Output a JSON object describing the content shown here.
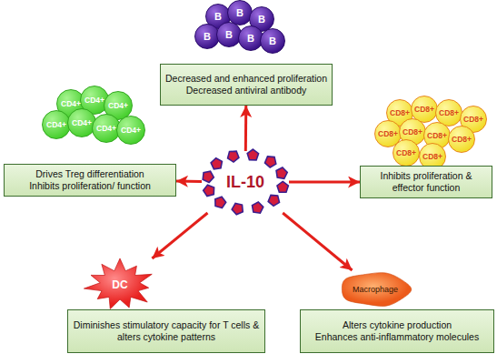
{
  "diagram": {
    "nodes": [
      {
        "text": [
          "B"
        ]
      },
      {
        "text": [
          "B"
        ]
      },
      {
        "text": [
          "B"
        ]
      },
      {
        "text": [
          "B"
        ]
      },
      {
        "text": [
          "B"
        ]
      },
      {
        "text": [
          "B"
        ]
      },
      {
        "text": [
          "B"
        ]
      },
      {
        "text": [
          "Decreased and enhanced proliferation",
          "Decreased antiviral antibody"
        ]
      },
      {
        "text": [
          "CD4+"
        ]
      },
      {
        "text": [
          "CD4+"
        ]
      },
      {
        "text": [
          "CD4+"
        ]
      },
      {
        "text": [
          "CD4+"
        ]
      },
      {
        "text": [
          "CD4+"
        ]
      },
      {
        "text": [
          "CD4+"
        ]
      },
      {
        "text": [
          "CD4+"
        ]
      },
      {
        "text": [
          "CD8+"
        ]
      },
      {
        "text": [
          "CD8+"
        ]
      },
      {
        "text": [
          "CD8+"
        ]
      },
      {
        "text": [
          "CD8+"
        ]
      },
      {
        "text": [
          "CD8+"
        ]
      },
      {
        "text": [
          "CD8+"
        ]
      },
      {
        "text": [
          "CD8+"
        ]
      },
      {
        "text": [
          "CD8+"
        ]
      },
      {
        "text": [
          "CD8+"
        ]
      },
      {
        "text": [
          "CD8+"
        ]
      },
      {
        "text": [
          "Drives Treg differentiation",
          "Inhibits proliferation/ function"
        ]
      },
      {
        "text": [
          "IL-10"
        ]
      },
      {
        "text": [
          "Inhibits proliferation & effector function"
        ]
      },
      {
        "text": [
          "DC"
        ]
      },
      {
        "text": [
          "Macrophage"
        ]
      },
      {
        "text": [
          "Diminishes stimulatory capacity for T cells & alters cytokine patterns"
        ]
      },
      {
        "text": [
          "Alters cytokine production",
          "Enhances anti-inflammatory molecules"
        ]
      }
    ],
    "edges": [
      {
        "from": 26,
        "to": 7,
        "arrow": "to"
      },
      {
        "from": 26,
        "to": 25,
        "arrow": "to"
      },
      {
        "from": 26,
        "to": 27,
        "arrow": "to"
      },
      {
        "from": 26,
        "to": 28,
        "arrow": "to"
      },
      {
        "from": 26,
        "to": 29,
        "arrow": "to"
      }
    ]
  }
}
